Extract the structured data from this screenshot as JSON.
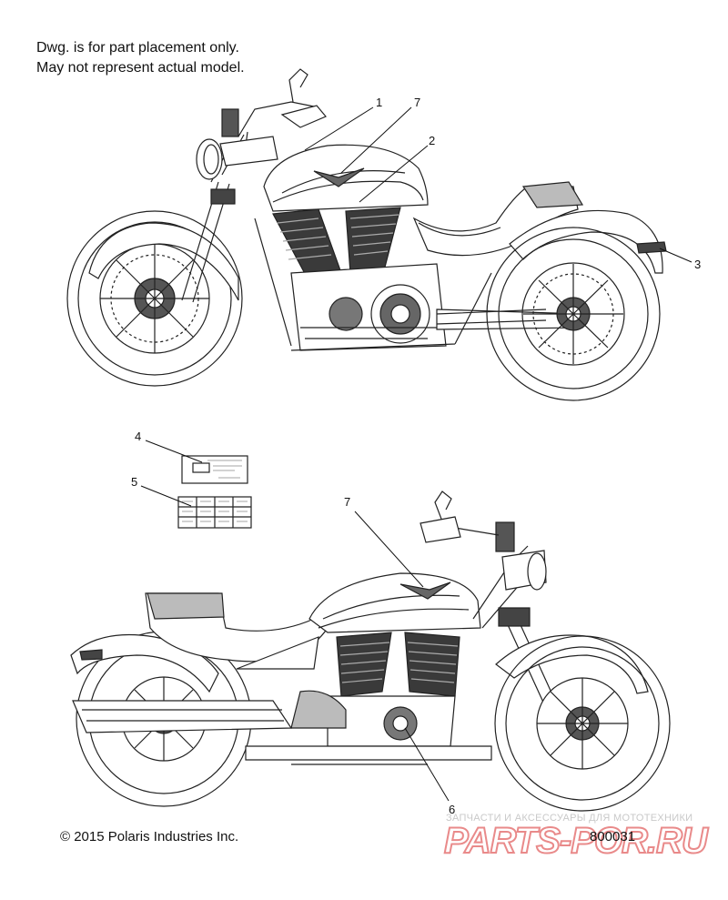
{
  "note": {
    "line1": "Dwg. is for part placement only.",
    "line2": "May not represent actual model."
  },
  "callouts": {
    "c1": "1",
    "c2": "2",
    "c3": "3",
    "c4": "4",
    "c5": "5",
    "c6": "6",
    "c7_top": "7",
    "c7_bottom": "7"
  },
  "footer": {
    "copyright": "© 2015 Polaris Industries Inc.",
    "drawing_number": "800031"
  },
  "watermark": {
    "tagline": "ЗАПЧАСТИ И АКСЕССУАРЫ ДЛЯ МОТОТЕХНИКИ",
    "brand": "PARTS-POR.RU"
  }
}
